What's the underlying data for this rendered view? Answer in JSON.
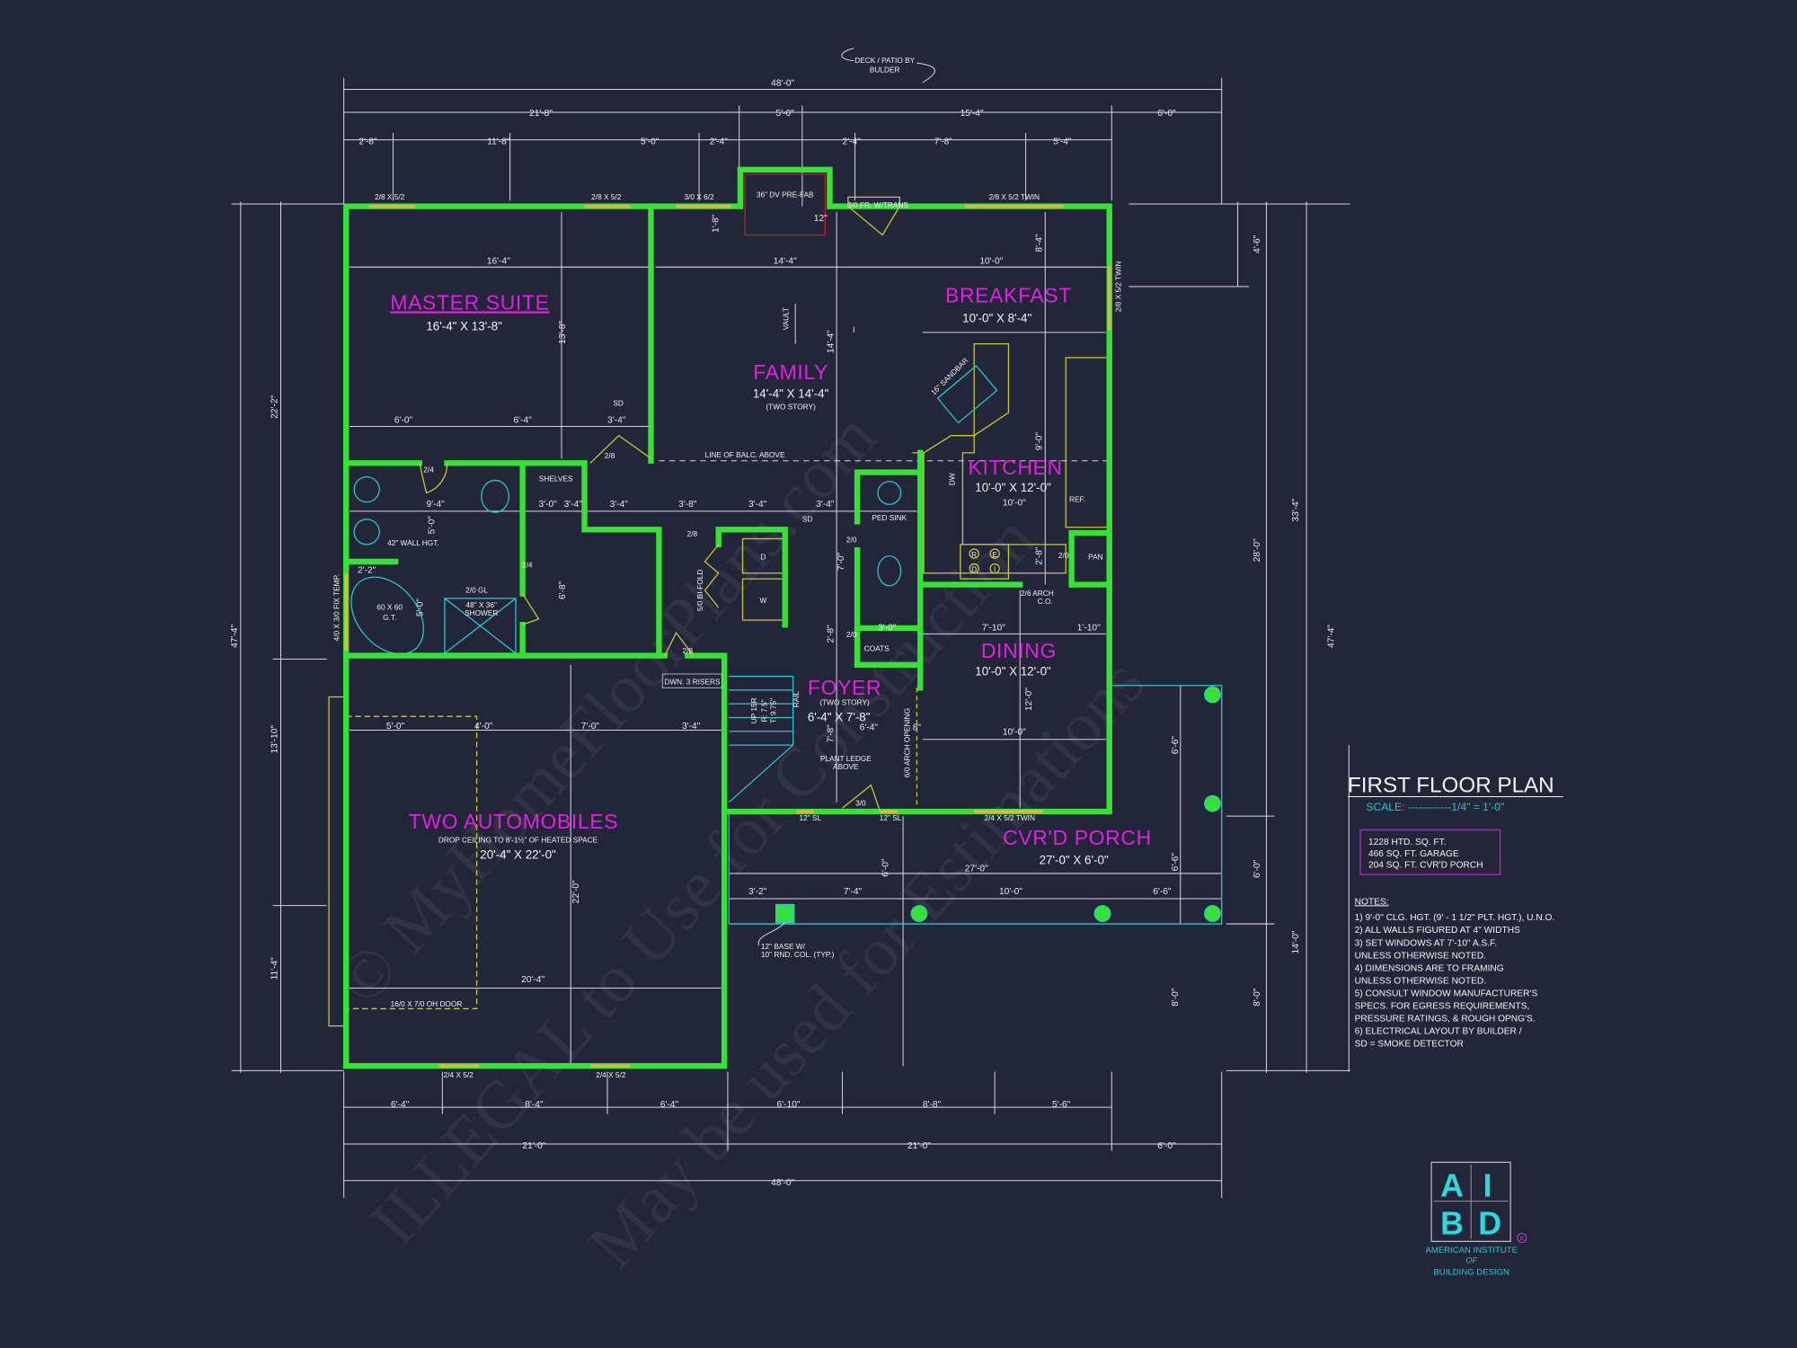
{
  "title": {
    "name": "FIRST FLOOR PLAN",
    "scale": "SCALE: ------------1/4\" = 1'-0\""
  },
  "areas": [
    "1228 HTD. SQ. FT.",
    "466 SQ. FT. GARAGE",
    "204 SQ. FT. CVR'D PORCH"
  ],
  "notes": {
    "heading": "NOTES:",
    "lines": [
      "1)  9'-0\"  CLG. HGT. (9' - 1 1/2\" PLT. HGT.), U.N.O.",
      "2)  ALL  WALLS FIGURED AT 4\" WIDTHS",
      "3)  SET WINDOWS AT 7'-10\" A.S.F.",
      "      UNLESS OTHERWISE NOTED.",
      "4)  DIMENSIONS ARE TO FRAMING",
      "      UNLESS OTHERWISE NOTED.",
      "5)  CONSULT WINDOW MANUFACTURER'S",
      "      SPECS. FOR EGRESS REQUIREMENTS,",
      "      PRESSURE RATINGS, & ROUGH OPNG'S.",
      "6)  ELECTRICAL LAYOUT BY BUILDER /",
      "      SD = SMOKE DETECTOR"
    ]
  },
  "rooms": {
    "master": {
      "name": "MASTER SUITE",
      "size": "16'-4\" X 13'-8\""
    },
    "family": {
      "name": "FAMILY",
      "size": "14'-4\" X 14'-4\"",
      "note": "(TWO STORY)"
    },
    "breakfast": {
      "name": "BREAKFAST",
      "size": "10'-0\" X 8'-4\""
    },
    "kitchen": {
      "name": "KITCHEN",
      "size": "10'-0\" X 12'-0\""
    },
    "dining": {
      "name": "DINING",
      "size": "10'-0\" X 12'-0\""
    },
    "foyer": {
      "name": "FOYER",
      "size": "6'-4\" X 7'-8\"",
      "note": "(TWO STORY)"
    },
    "garage": {
      "name": "TWO AUTOMOBILES",
      "note": "DROP CEILING TO 8'-1½\" OF HEATED SPACE",
      "size": "20'-4\" X 22'-0\""
    },
    "porch": {
      "name": "CVR'D PORCH",
      "size": "27'-0\" X 6'-0\""
    }
  },
  "dimensions": {
    "top_overall": "48'-0\"",
    "top_mid": [
      "21'-8\"",
      "5'-0\"",
      "15'-4\"",
      "6'-0\""
    ],
    "top_detail": [
      "2'-8\"",
      "11'-8\"",
      "5'-0\"",
      "2'-4\"",
      "2'-4\"",
      "7'-8\"",
      "5'-4\""
    ],
    "bottom_detail": [
      "6'-4\"",
      "8'-4\"",
      "6'-4\"",
      "6'-10\"",
      "8'-8\"",
      "5'-6\""
    ],
    "bottom_mid": [
      "21'-0\"",
      "21'-0\"",
      "6'-0\""
    ],
    "bottom_overall": "48'-0\"",
    "left": [
      "47'-4\"",
      "22'-2\"",
      "13'-10\"",
      "11'-4\""
    ],
    "right": [
      "4'-6\"",
      "28'-0\"",
      "33'-4\"",
      "47'-4\"",
      "14'-0\"",
      "6'-6\"",
      "6'-0\"",
      "8'-0\"",
      "6'-6\"",
      "6'-0\"",
      "8'-0\""
    ],
    "interior": {
      "master_w": "16'-4\"",
      "master_h": "13'-8\"",
      "master_a": "6'-0\"",
      "master_b": "6'-4\"",
      "master_c": "3'-4\"",
      "family_w": "14'-4\"",
      "family_h": "14'-4\"",
      "fp": "1'-8\"",
      "fp2": "12\"",
      "bk_w": "10'-0\"",
      "bk_h": "8'-4\"",
      "kit_w": "10'-0\"",
      "kit_h": "9'-0\"",
      "kit_c": "2'-8\"",
      "hall": [
        "9'-4\"",
        "3'-0\"",
        "3'-4\"",
        "3'-4\"",
        "3'-8\"",
        "3'-4\"",
        "3'-4\""
      ],
      "bath_a": "5'-0\"",
      "bath_b": "2'-2\"",
      "bath_c": "5'-0\"",
      "closet": "6'-8\"",
      "pw_a": "7'-0\"",
      "pw_b": "2'-8\"",
      "coats": "3'-0\"",
      "din_a": "7'-10\"",
      "din_b": "1'-10\"",
      "din_w": "10'-0\"",
      "din_h": "12'-0\"",
      "foy_a": "7'-8\"",
      "foy_b": "6'-4\"",
      "foy_c": "8\"",
      "gar": [
        "5'-0\"",
        "4'-0\"",
        "7'-0\"",
        "3'-4\""
      ],
      "gar_w": "20'-4\"",
      "gar_h": "22'-0\"",
      "porch_w": "27'-0\"",
      "porch": [
        "3'-2\"",
        "7'-4\"",
        "10'-0\"",
        "6'-6\""
      ],
      "porch_h": "6'-0\"",
      "porch_h2": "6'-6\""
    }
  },
  "labels": {
    "win1": "2/8 X 5/2",
    "win2": "2/8 X 5/2",
    "win3": "3/0 X 6/2",
    "fireplace": "36\" DV PRE-FAB",
    "door_rear": "3/0 FR. W/TRANS",
    "win_twin": "2/8 X 5/2 TWIN",
    "win_twin_side": "2/8 X 5/2 TWIN",
    "sd1": "SD",
    "sd2": "SD",
    "d28a": "2/8",
    "d28b": "2/8",
    "d28c": "2/8",
    "d24a": "2/4",
    "d24b": "2/4",
    "shelves": "SHELVES",
    "wall42": "42\" WALL HGT.",
    "tub": "60 X 60",
    "tub2": "G.T.",
    "shower_door": "2/0 GL",
    "shower": "48\" X 36\"",
    "shower2": "SHOWER",
    "fix_temp": "4/0 X 3/0 FIX TEMP.",
    "bifold": "5/0 BI-FOLD",
    "dryer": "D",
    "washer": "W",
    "ped_sink": "PED SINK",
    "d20a": "2/0",
    "d20b": "2/0",
    "d20c": "2/0",
    "coats": "COATS",
    "sandbar": "16\" SANDBAR",
    "dw": "DW",
    "ref": "REF.",
    "pan": "PAN",
    "arch_co": "2/6 ARCH",
    "arch_co2": "C.O.",
    "risers": "DWN. 3 RISERS",
    "rail": "RAIL",
    "up": "UP 15R",
    "riser": "R: 7.5\"",
    "tread": "T: 9.75\"",
    "plant": "PLANT LEDGE",
    "plant2": "ABOVE",
    "arch_open": "6/0 ARCH OPENING",
    "front_door": "3/0",
    "sl1": "12\" SL",
    "sl2": "12\" SL",
    "front_win": "2/4 X 5/2 TWIN",
    "gar_win1": "2/4 X 5/2",
    "gar_win2": "2/4 X 5/2",
    "oh_door": "16/0 X 7/0 OH DOOR",
    "range": "R",
    "oven": "E",
    "d": "D",
    "i": "I"
  },
  "annotations": {
    "deck": "DECK / PATIO BY",
    "deck2": "BULDER",
    "balcony": "LINE OF BALC. ABOVE",
    "vault": "VAULT",
    "column": "12\" BASE W/",
    "column2": "10\" RND. COL. (TYP.)"
  },
  "logo": {
    "letters": [
      "A",
      "I",
      "B",
      "D"
    ],
    "line1": "AMERICAN INSTITUTE",
    "line2": "OF",
    "line3": "BUILDING DESIGN",
    "mark": "R"
  },
  "watermark": [
    "© MyHomeFloorPlans.com",
    "ILLEGAL to Use for Construction",
    "May be used for Estimations"
  ],
  "colors": {
    "background": "#232638",
    "walls": "#35e235",
    "room_names": "#e21fe2",
    "dimensions": "#ddd0e6",
    "fixtures": "#2ac6d0",
    "casework": "#c9c838",
    "scale": "#2ac6d0",
    "area_box": "#a02ab0"
  }
}
